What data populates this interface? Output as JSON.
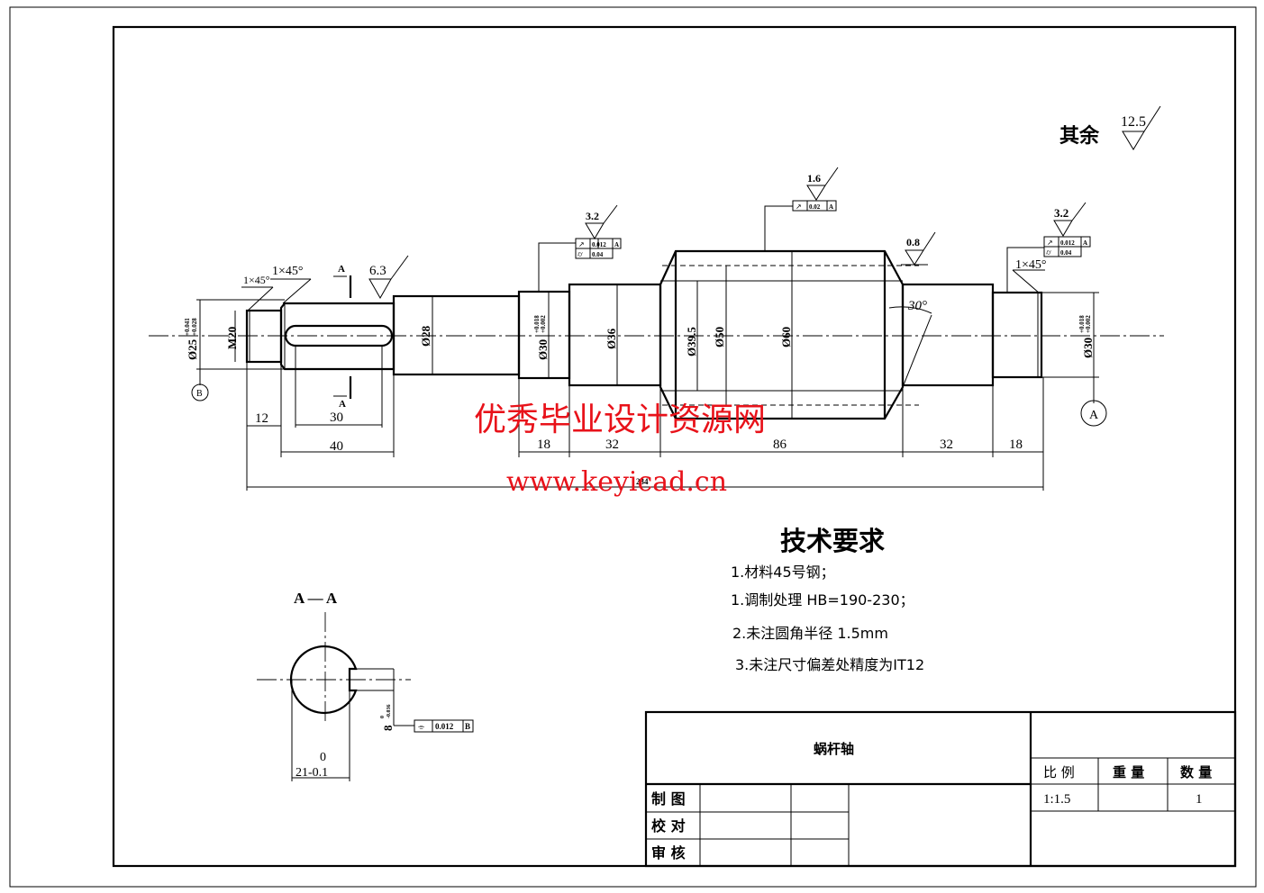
{
  "drawing": {
    "part_name": "蜗杆轴",
    "default_roughness": {
      "label": "其余",
      "value": "12.5"
    },
    "section_markers": {
      "cut_label_top": "A",
      "cut_label_bottom": "A",
      "datum_b": "B",
      "datum_a": "A"
    },
    "chamfers": [
      "1×45°",
      "1×45°",
      "1×45°"
    ],
    "roughness": [
      "6.3",
      "3.2",
      "1.6",
      "0.8",
      "3.2"
    ],
    "diameters": {
      "d25": "Ø25",
      "d25_tol_upper": "+0.041",
      "d25_tol_lower": "+0.028",
      "m20": "M20",
      "d28": "Ø28",
      "d30_left": "Ø30",
      "d30_tol_upper": "+0.018",
      "d30_tol_lower": "+0.002",
      "d36": "Ø36",
      "d39_5": "Ø39.5",
      "d50": "Ø50",
      "d60": "Ø60",
      "d30_right": "Ø30"
    },
    "angle": "30°",
    "tolerance_frames": {
      "left": {
        "runout_symbol": "↗",
        "runout_value": "0.012",
        "runout_datum": "A",
        "cyl_symbol": "⌭",
        "cyl_value": "0.04"
      },
      "middle": {
        "runout_symbol": "↗",
        "runout_value": "0.02",
        "runout_datum": "A"
      },
      "right": {
        "runout_symbol": "↗",
        "runout_value": "0.012",
        "runout_datum": "A",
        "cyl_symbol": "⌭",
        "cyl_value": "0.04"
      },
      "section": {
        "symbol": "⌯",
        "value": "0.012",
        "datum": "B"
      }
    },
    "lengths": {
      "l12": "12",
      "l30": "30",
      "l40": "40",
      "l18a": "18",
      "l32a": "32",
      "l86": "86",
      "l32b": "32",
      "l18b": "18",
      "total": "234"
    },
    "section_view": {
      "title": "A — A",
      "key_depth": "8",
      "key_depth_tol_upper": "0",
      "key_depth_tol_lower": "-0.036",
      "width_upper": "0",
      "width": "21-0.1"
    }
  },
  "watermark": {
    "line1": "优秀毕业设计资源网",
    "line2": "www.keyicad.cn"
  },
  "tech_requirements": {
    "title": "技术要求",
    "items": [
      "1.材料45号钢；",
      "1.调制处理 HB=190-230；",
      "2.未注圆角半径 1.5mm",
      "3.未注尺寸偏差处精度为IT12"
    ]
  },
  "title_block": {
    "part_name": "蜗杆轴",
    "headers": {
      "scale": "比 例",
      "weight": "重 量",
      "quantity": "数 量"
    },
    "values": {
      "scale": "1:1.5",
      "weight": "",
      "quantity": "1"
    },
    "roles": [
      "制 图",
      "校 对",
      "审 核"
    ]
  }
}
